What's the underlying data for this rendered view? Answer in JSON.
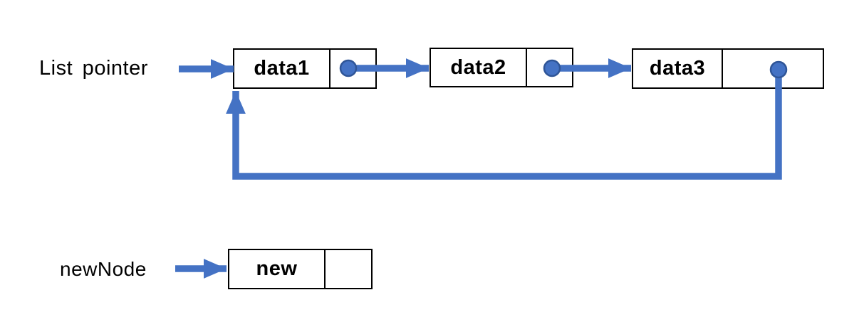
{
  "diagram": {
    "type": "circular-linked-list",
    "list_pointer_label": "List pointer",
    "new_node_label": "newNode",
    "nodes": [
      {
        "data": "data1"
      },
      {
        "data": "data2"
      },
      {
        "data": "data3"
      }
    ],
    "new_node": {
      "data": "new"
    },
    "links": [
      {
        "from": "list_pointer",
        "to": "node1"
      },
      {
        "from": "node1",
        "to": "node2"
      },
      {
        "from": "node2",
        "to": "node3"
      },
      {
        "from": "node3",
        "to": "node1",
        "style": "loop-below"
      },
      {
        "from": "newNode",
        "to": "new_node_box"
      }
    ],
    "colors": {
      "arrow": "#4472C4",
      "dot_fill": "#4472C4",
      "dot_stroke": "#2F5597",
      "box_border": "#000000",
      "text": "#000000",
      "background": "#ffffff"
    }
  }
}
